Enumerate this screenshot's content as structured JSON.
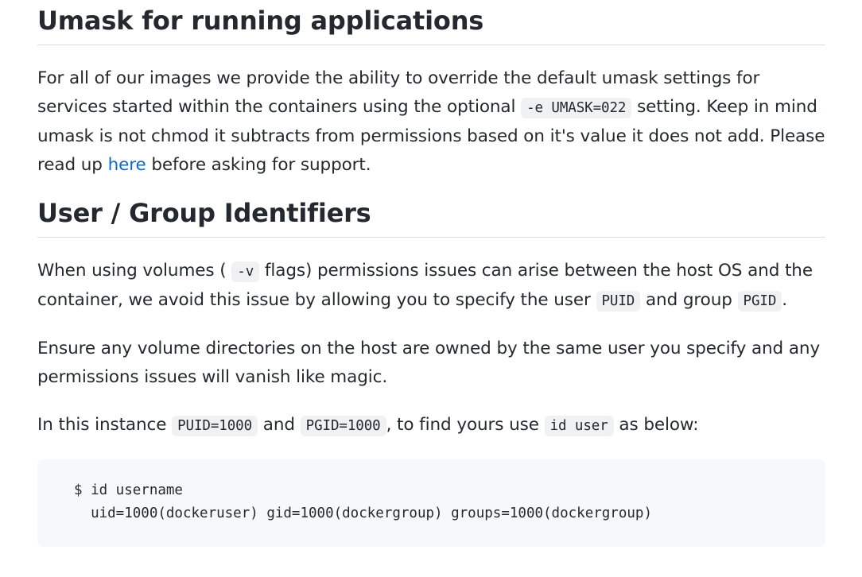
{
  "umask_section": {
    "heading": "Umask for running applications",
    "p1_before": "For all of our images we provide the ability to override the default umask settings for services started within the containers using the optional ",
    "p1_code": "-e UMASK=022",
    "p1_after": " setting. Keep in mind umask is not chmod it subtracts from permissions based on it's value it does not add. Please read up ",
    "p1_link": "here",
    "p1_end": " before asking for support."
  },
  "ids_section": {
    "heading": "User / Group Identifiers",
    "p1_a": "When using volumes ( ",
    "p1_code1": "-v",
    "p1_b": " flags) permissions issues can arise between the host OS and the container, we avoid this issue by allowing you to specify the user ",
    "p1_code2": "PUID",
    "p1_c": " and group ",
    "p1_code3": "PGID",
    "p1_d": ".",
    "p2": "Ensure any volume directories on the host are owned by the same user you specify and any permissions issues will vanish like magic.",
    "p3_a": "In this instance ",
    "p3_code1": "PUID=1000",
    "p3_b": " and ",
    "p3_code2": "PGID=1000",
    "p3_c": ", to find yours use ",
    "p3_code3": "id user",
    "p3_d": " as below:",
    "code_line1": "$ id username",
    "code_line2": "  uid=1000(dockeruser) gid=1000(dockergroup) groups=1000(dockergroup)"
  }
}
